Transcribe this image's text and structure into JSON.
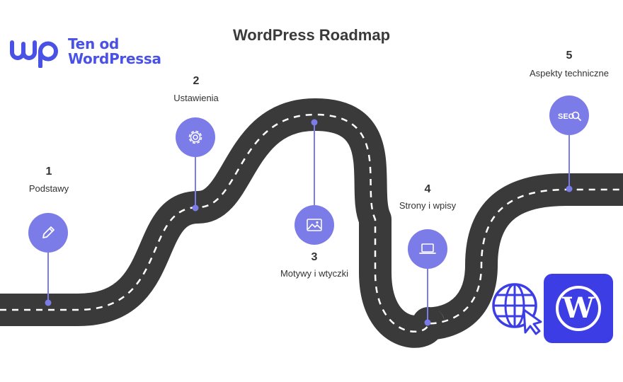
{
  "title": "WordPress Roadmap",
  "logo": {
    "line1": "Ten od",
    "line2": "WordPressa",
    "color": "#4a52e6"
  },
  "colors": {
    "road": "#3a3a3a",
    "marker": "#7c7ce8",
    "accent": "#3d3de6"
  },
  "steps": [
    {
      "number": "1",
      "label": "Podstawy",
      "icon": "pencil-icon"
    },
    {
      "number": "2",
      "label": "Ustawienia",
      "icon": "gear-icon"
    },
    {
      "number": "3",
      "label": "Motywy i wtyczki",
      "icon": "image-icon"
    },
    {
      "number": "4",
      "label": "Strony i wpisy",
      "icon": "laptop-icon"
    },
    {
      "number": "5",
      "label": "Aspekty techniczne",
      "icon": "seo-icon",
      "icon_text": "SEO"
    }
  ],
  "badges": {
    "globe": "globe-cursor-icon",
    "wordpress": "wordpress-logo-icon"
  }
}
